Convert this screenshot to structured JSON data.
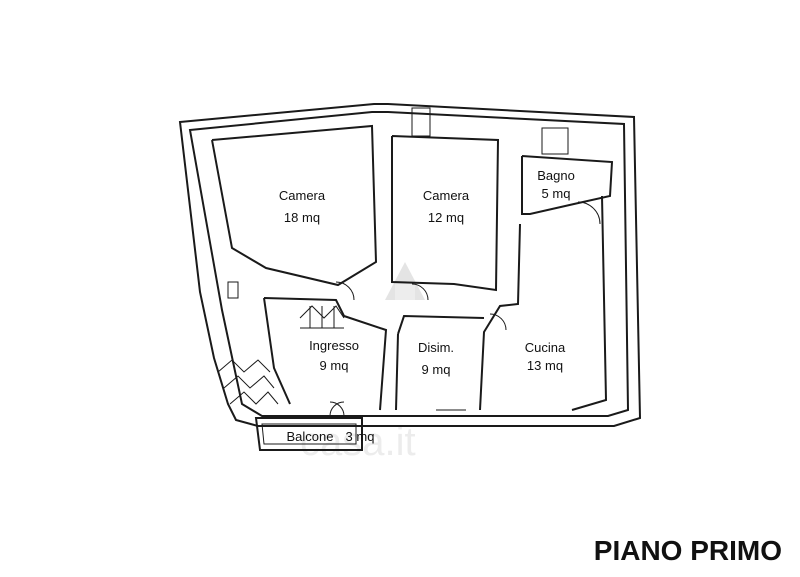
{
  "rooms": {
    "camera_left": {
      "name": "Camera",
      "area": "18 mq"
    },
    "camera_right": {
      "name": "Camera",
      "area": "12 mq"
    },
    "bagno": {
      "name": "Bagno",
      "area": "5 mq"
    },
    "ingresso": {
      "name": "Ingresso",
      "area": "9 mq"
    },
    "disim": {
      "name": "Disim.",
      "area": "9 mq"
    },
    "cucina": {
      "name": "Cucina",
      "area": "13 mq"
    },
    "balcone": {
      "name": "Balcone",
      "area": "3 mq"
    }
  },
  "floor_title": "PIANO PRIMO",
  "watermark": "casa.it"
}
